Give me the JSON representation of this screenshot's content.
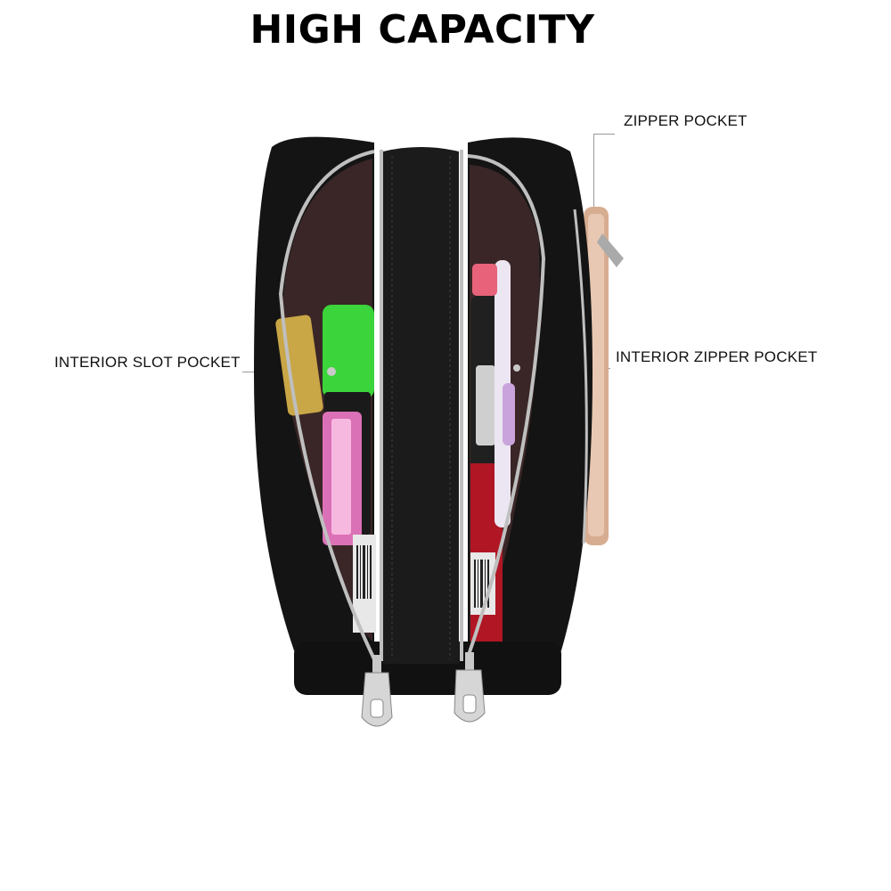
{
  "heading": "HIGH CAPACITY",
  "callouts": {
    "zipper_pocket": "ZIPPER POCKET",
    "interior_slot_pocket": "INTERIOR SLOT POCKET",
    "interior_zipper_pocket": "INTERIOR ZIPPER POCKET"
  },
  "product": {
    "name": "toiletry-bag-illustration",
    "colors": {
      "leather": "#141414",
      "lining": "#3a2626",
      "zipper": "#bfbfbf",
      "phone": "#d9b39a",
      "highlighter": "#3bd43b",
      "lighter": "#f07ac8",
      "toothbrush": "#e8e0f0"
    }
  }
}
